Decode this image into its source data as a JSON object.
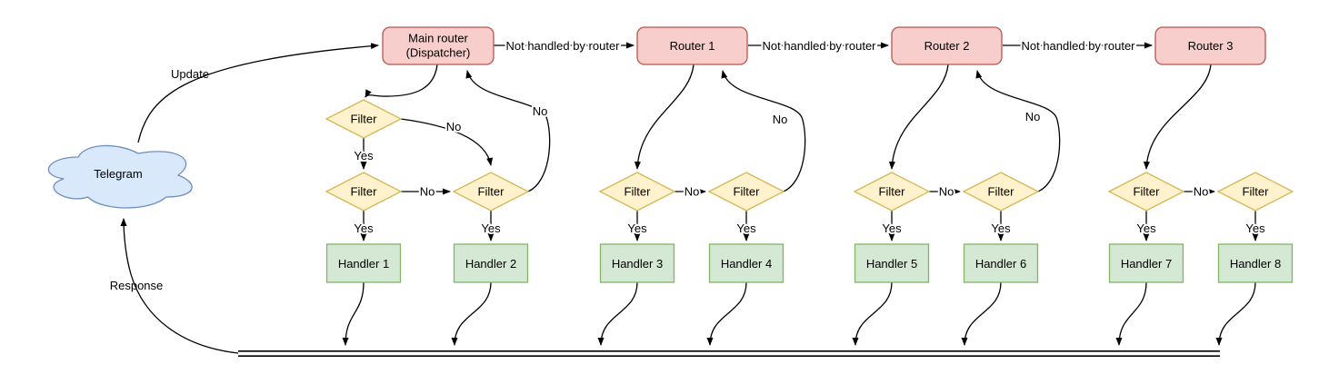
{
  "diagram": {
    "nodes": {
      "cloud_label": "Telegram",
      "main_router_line1": "Main router",
      "main_router_line2": "(Dispatcher)",
      "routers": [
        "Router 1",
        "Router 2",
        "Router 3"
      ],
      "filter_label": "Filter",
      "handlers": [
        "Handler 1",
        "Handler 2",
        "Handler 3",
        "Handler 4",
        "Handler 5",
        "Handler 6",
        "Handler 7",
        "Handler 8"
      ]
    },
    "edge_labels": {
      "update": "Update",
      "response": "Response",
      "not_handled": "Not handled by router",
      "yes": "Yes",
      "no": "No"
    },
    "colors": {
      "router_fill": "#f8cecc",
      "router_stroke": "#b85450",
      "filter_fill": "#fff2cc",
      "filter_stroke": "#d6b656",
      "handler_fill": "#d5e8d4",
      "handler_stroke": "#82b366",
      "cloud_fill": "#dae8fc",
      "cloud_stroke": "#6c8ebf",
      "edge_color": "#000000"
    }
  }
}
